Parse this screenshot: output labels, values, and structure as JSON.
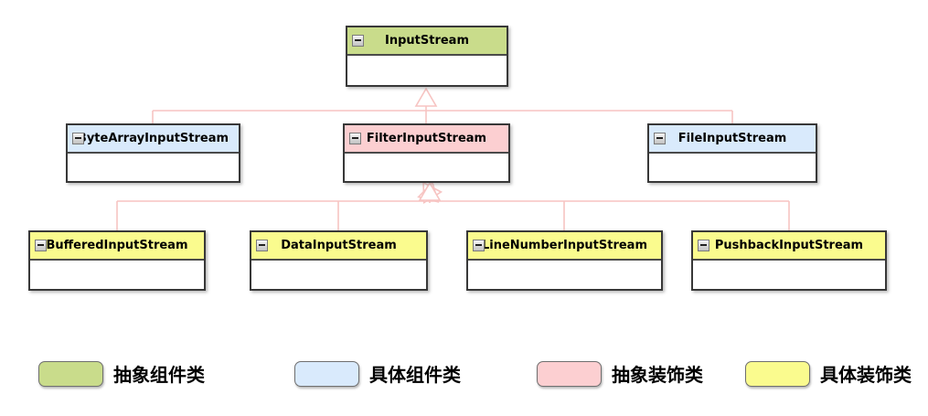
{
  "diagram": {
    "collapse_icon": "minus",
    "connector_color": "#f7c4c2",
    "classes": [
      {
        "name": "InputStream",
        "category": "abstract-component",
        "header_color": "#c9dc8b"
      },
      {
        "name": "ByteArrayInputStream",
        "category": "concrete-component",
        "header_color": "#d9eafc"
      },
      {
        "name": "FilterInputStream",
        "category": "abstract-decorator",
        "header_color": "#fccfd1"
      },
      {
        "name": "FileInputStream",
        "category": "concrete-component",
        "header_color": "#d9eafc"
      },
      {
        "name": "BufferedInputStream",
        "category": "concrete-decorator",
        "header_color": "#fafb8e"
      },
      {
        "name": "DataInputStream",
        "category": "concrete-decorator",
        "header_color": "#fafb8e"
      },
      {
        "name": "LineNumberInputStream",
        "category": "concrete-decorator",
        "header_color": "#fafb8e"
      },
      {
        "name": "PushbackInputStream",
        "category": "concrete-decorator",
        "header_color": "#fafb8e"
      }
    ],
    "relationships": [
      {
        "child": "ByteArrayInputStream",
        "parent": "InputStream",
        "type": "generalization"
      },
      {
        "child": "FilterInputStream",
        "parent": "InputStream",
        "type": "generalization"
      },
      {
        "child": "FileInputStream",
        "parent": "InputStream",
        "type": "generalization"
      },
      {
        "child": "BufferedInputStream",
        "parent": "FilterInputStream",
        "type": "generalization"
      },
      {
        "child": "DataInputStream",
        "parent": "FilterInputStream",
        "type": "generalization"
      },
      {
        "child": "LineNumberInputStream",
        "parent": "FilterInputStream",
        "type": "generalization"
      },
      {
        "child": "PushbackInputStream",
        "parent": "FilterInputStream",
        "type": "generalization"
      }
    ],
    "legend": [
      {
        "label": "抽象组件类",
        "color": "#c9dc8b"
      },
      {
        "label": "具体组件类",
        "color": "#d9eafc"
      },
      {
        "label": "抽象装饰类",
        "color": "#fccfd1"
      },
      {
        "label": "具体装饰类",
        "color": "#fafb8e"
      }
    ]
  }
}
